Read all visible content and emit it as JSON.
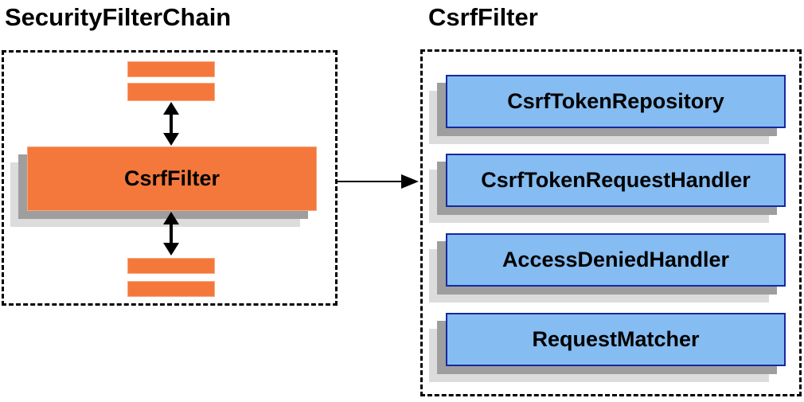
{
  "left_panel": {
    "title": "SecurityFilterChain",
    "filter_label": "CsrfFilter",
    "placeholder_bars": 4
  },
  "right_panel": {
    "title": "CsrfFilter",
    "components": [
      "CsrfTokenRepository",
      "CsrfTokenRequestHandler",
      "AccessDeniedHandler",
      "RequestMatcher"
    ]
  },
  "connectors": {
    "top": "double-headed-vertical-arrow",
    "bottom": "double-headed-vertical-arrow",
    "link": "right-pointing-arrow"
  },
  "colors": {
    "filter_fill": "#F4783C",
    "filter_border": "#F8A87C",
    "component_fill": "#85BCF1",
    "component_border": "#1629A0",
    "shadow_dark": "#9E9E9E",
    "shadow_light": "#DCDCDC",
    "outline": "#000000",
    "text": "#000000",
    "background": "#FFFFFF"
  }
}
